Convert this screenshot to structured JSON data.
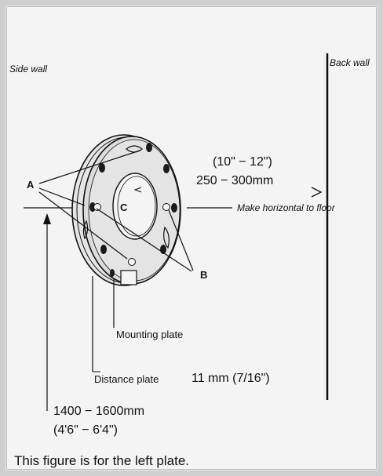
{
  "labels": {
    "side_wall": "Side wall",
    "back_wall": "Back wall",
    "letter_a": "A",
    "letter_b": "B",
    "letter_c": "C",
    "dim_inch": "(10\" − 12\")",
    "dim_mm": "250 − 300mm",
    "horizontal": "Make horizontal to floor",
    "mounting_plate": "Mounting plate",
    "distance_plate": "Distance plate",
    "gap": "11 mm (7/16\")",
    "height_mm": "1400 − 1600mm",
    "height_in": "(4'6\" − 6'4\")"
  },
  "caption": "This figure is for the left plate.",
  "colors": {
    "background": "#f4f4f4",
    "line": "#111111",
    "plate_fill": "#dcdcdc",
    "hole_fill": "#1a1a1a"
  }
}
